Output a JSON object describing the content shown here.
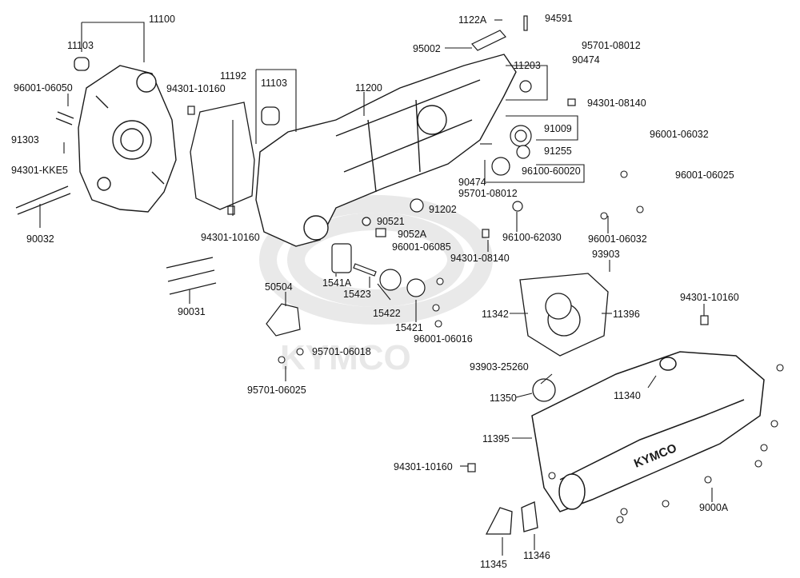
{
  "watermark": {
    "text": "KYMCO",
    "color": "#e6e6e6"
  },
  "cover_brand": "KYMCO",
  "line_color": "#1a1a1a",
  "part_labels": [
    "11100",
    "11103",
    "96001-06050",
    "91303",
    "94301-KKE5",
    "90032",
    "94301-10160",
    "11192",
    "94301-10160",
    "11103",
    "90031",
    "50504",
    "95701-06018",
    "95701-06025",
    "11200",
    "1122A",
    "94591",
    "95002",
    "95701-08012",
    "90474",
    "11203",
    "94301-08140",
    "91009",
    "91255",
    "96100-60020",
    "96001-06032",
    "96001-06025",
    "90474",
    "95701-08012",
    "91202",
    "90521",
    "9052A",
    "96001-06085",
    "1541A",
    "15423",
    "15422",
    "15421",
    "96001-06016",
    "96100-62030",
    "94301-08140",
    "96001-06032",
    "93903",
    "11342",
    "11396",
    "94301-10160",
    "93903-25260",
    "11340",
    "11350",
    "11395",
    "94301-10160",
    "9000A",
    "11345",
    "11346"
  ]
}
